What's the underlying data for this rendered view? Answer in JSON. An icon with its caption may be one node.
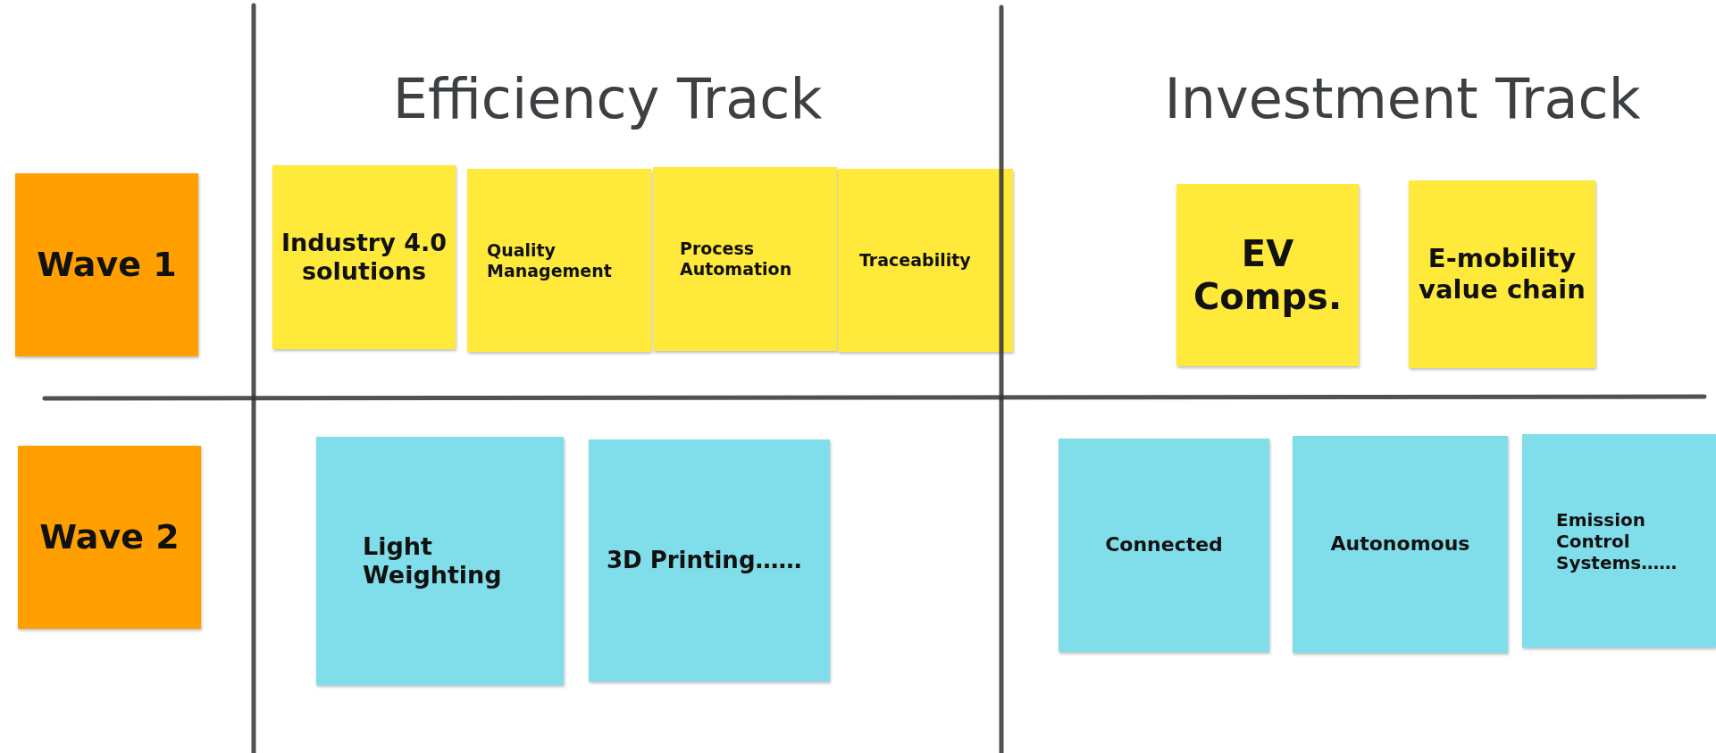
{
  "diagram": {
    "nodes": [
      {
        "text": [
          "Wave 1"
        ]
      },
      {
        "text": [
          "Wave 2"
        ]
      },
      {
        "text": [
          "Industry 4.0 solutions"
        ]
      },
      {
        "text": [
          "Quality Management"
        ]
      },
      {
        "text": [
          "Process Automation"
        ]
      },
      {
        "text": [
          "Traceability"
        ]
      },
      {
        "text": [
          "EV Comps."
        ]
      },
      {
        "text": [
          "E-mobility value chain"
        ]
      },
      {
        "text": [
          "Light Weighting"
        ]
      },
      {
        "text": [
          "3D Printing……"
        ]
      },
      {
        "text": [
          "Connected"
        ]
      },
      {
        "text": [
          "Autonomous"
        ]
      },
      {
        "text": [
          "Emission Control Systems……"
        ]
      }
    ],
    "edges": [],
    "labels": [
      "Efficiency Track",
      "Investment Track"
    ]
  }
}
